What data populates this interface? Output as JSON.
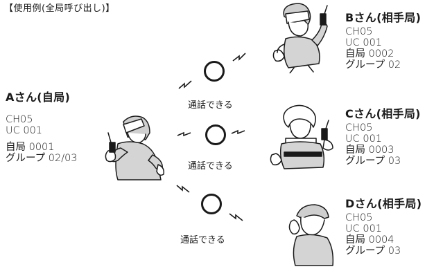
{
  "caption": "【使用例(全局呼び出し)】",
  "stations": {
    "a": {
      "name": "Aさん(自局)",
      "ch": "CH05",
      "uc": "UC 001",
      "own": "自局 0001",
      "group": "グループ 02/03"
    },
    "b": {
      "name": "Bさん(相手局)",
      "ch": "CH05",
      "uc": "UC 001",
      "own": "自局 0002",
      "group": "グループ 02"
    },
    "c": {
      "name": "Cさん(相手局)",
      "ch": "CH05",
      "uc": "UC 001",
      "own": "自局 0003",
      "group": "グループ 03"
    },
    "d": {
      "name": "Dさん(相手局)",
      "ch": "CH05",
      "uc": "UC 001",
      "own": "自局 0004",
      "group": "グループ 03"
    }
  },
  "links": {
    "b": {
      "status": "通話できる",
      "symbol": "〇"
    },
    "c": {
      "status": "通話できる",
      "symbol": "〇"
    },
    "d": {
      "status": "通話できる",
      "symbol": "〇"
    }
  }
}
